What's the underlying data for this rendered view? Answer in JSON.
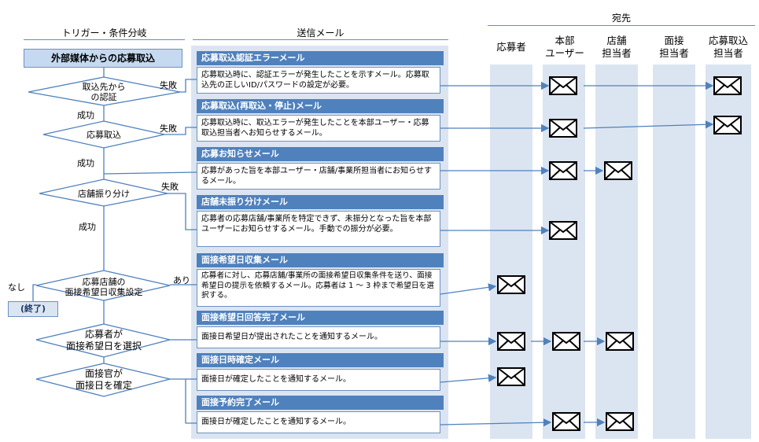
{
  "headers": {
    "trigger": "トリガー・条件分岐",
    "mail": "送信メール",
    "dest": "宛先"
  },
  "recipients": [
    "応募者",
    "本部\nユーザー",
    "店舗\n担当者",
    "面接\n担当者",
    "応募取込\n担当者"
  ],
  "start": "外部媒体からの応募取込",
  "end": "(終了)",
  "decisions": [
    "取込先から\nの認証",
    "応募取込",
    "店舗振り分け",
    "応募店舗の\n面接希望日収集設定",
    "応募者が\n面接希望日を選択",
    "面接官が\n面接日を確定"
  ],
  "edge_labels": {
    "fail1": "失敗",
    "fail2": "失敗",
    "fail3": "失敗",
    "ok1": "成功",
    "ok2": "成功",
    "ok3": "成功",
    "yes": "あり",
    "no": "なし"
  },
  "mails": [
    {
      "title": "応募取込認証エラーメール",
      "body": "応募取込時に、認証エラーが発生したことを示すメール。応募取込先の正しいID/パスワードの設定が必要。"
    },
    {
      "title": "応募取込(再取込・停止)メール",
      "body": "応募取込時に、取込エラーが発生したことを本部ユーザー・応募取込担当者へお知らせするメール。"
    },
    {
      "title": "応募お知らせメール",
      "body": "応募があった旨を本部ユーザー・店舗/事業所担当者にお知らせするメール。"
    },
    {
      "title": "店舗未振り分けメール",
      "body": "応募者の応募店舗/事業所を特定できず、未振分となった旨を本部ユーザーにお知らせするメール。手動での振分が必要。"
    },
    {
      "title": "面接希望日収集メール",
      "body": "応募者に対し、応募店舗/事業所の面接希望日収集条件を送り、面接希望日の提示を依頼するメール。応募者は 1 ～ 3 枠まで希望日を選択する。"
    },
    {
      "title": "面接希望日回答完了メール",
      "body": "面接日希望日が提出されたことを通知するメール。"
    },
    {
      "title": "面接日時確定メール",
      "body": "面接日が確定したことを通知するメール。"
    },
    {
      "title": "面接予約完了メール",
      "body": "面接日が確定したことを通知するメール。"
    }
  ]
}
